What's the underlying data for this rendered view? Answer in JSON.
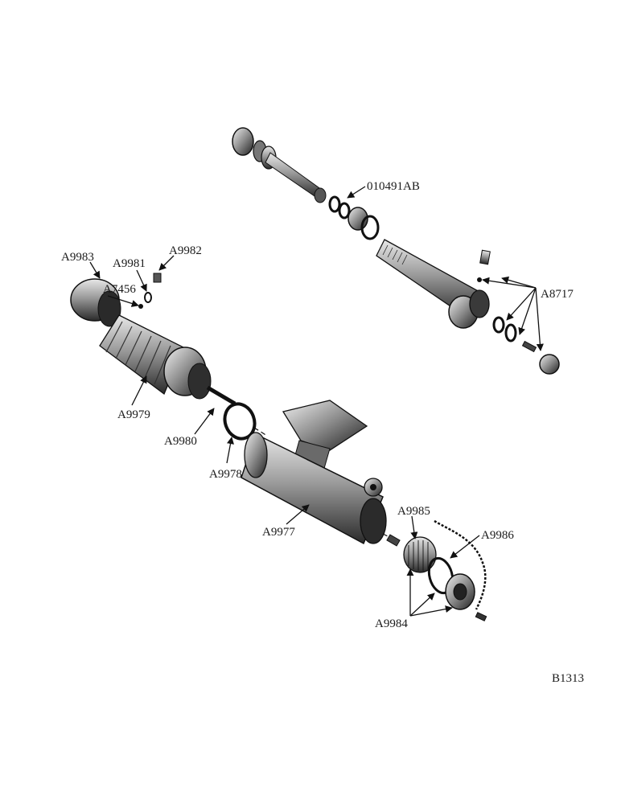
{
  "diagram": {
    "figure_id": "B1313",
    "part_labels": {
      "p010491AB": "010491AB",
      "pA8717": "A8717",
      "pA9983": "A9983",
      "pA9981": "A9981",
      "pA9982": "A9982",
      "pA7456": "A7456",
      "pA9979": "A9979",
      "pA9980": "A9980",
      "pA9978": "A9978",
      "pA9977": "A9977",
      "pA9985": "A9985",
      "pA9986": "A9986",
      "pA9984": "A9984"
    }
  }
}
